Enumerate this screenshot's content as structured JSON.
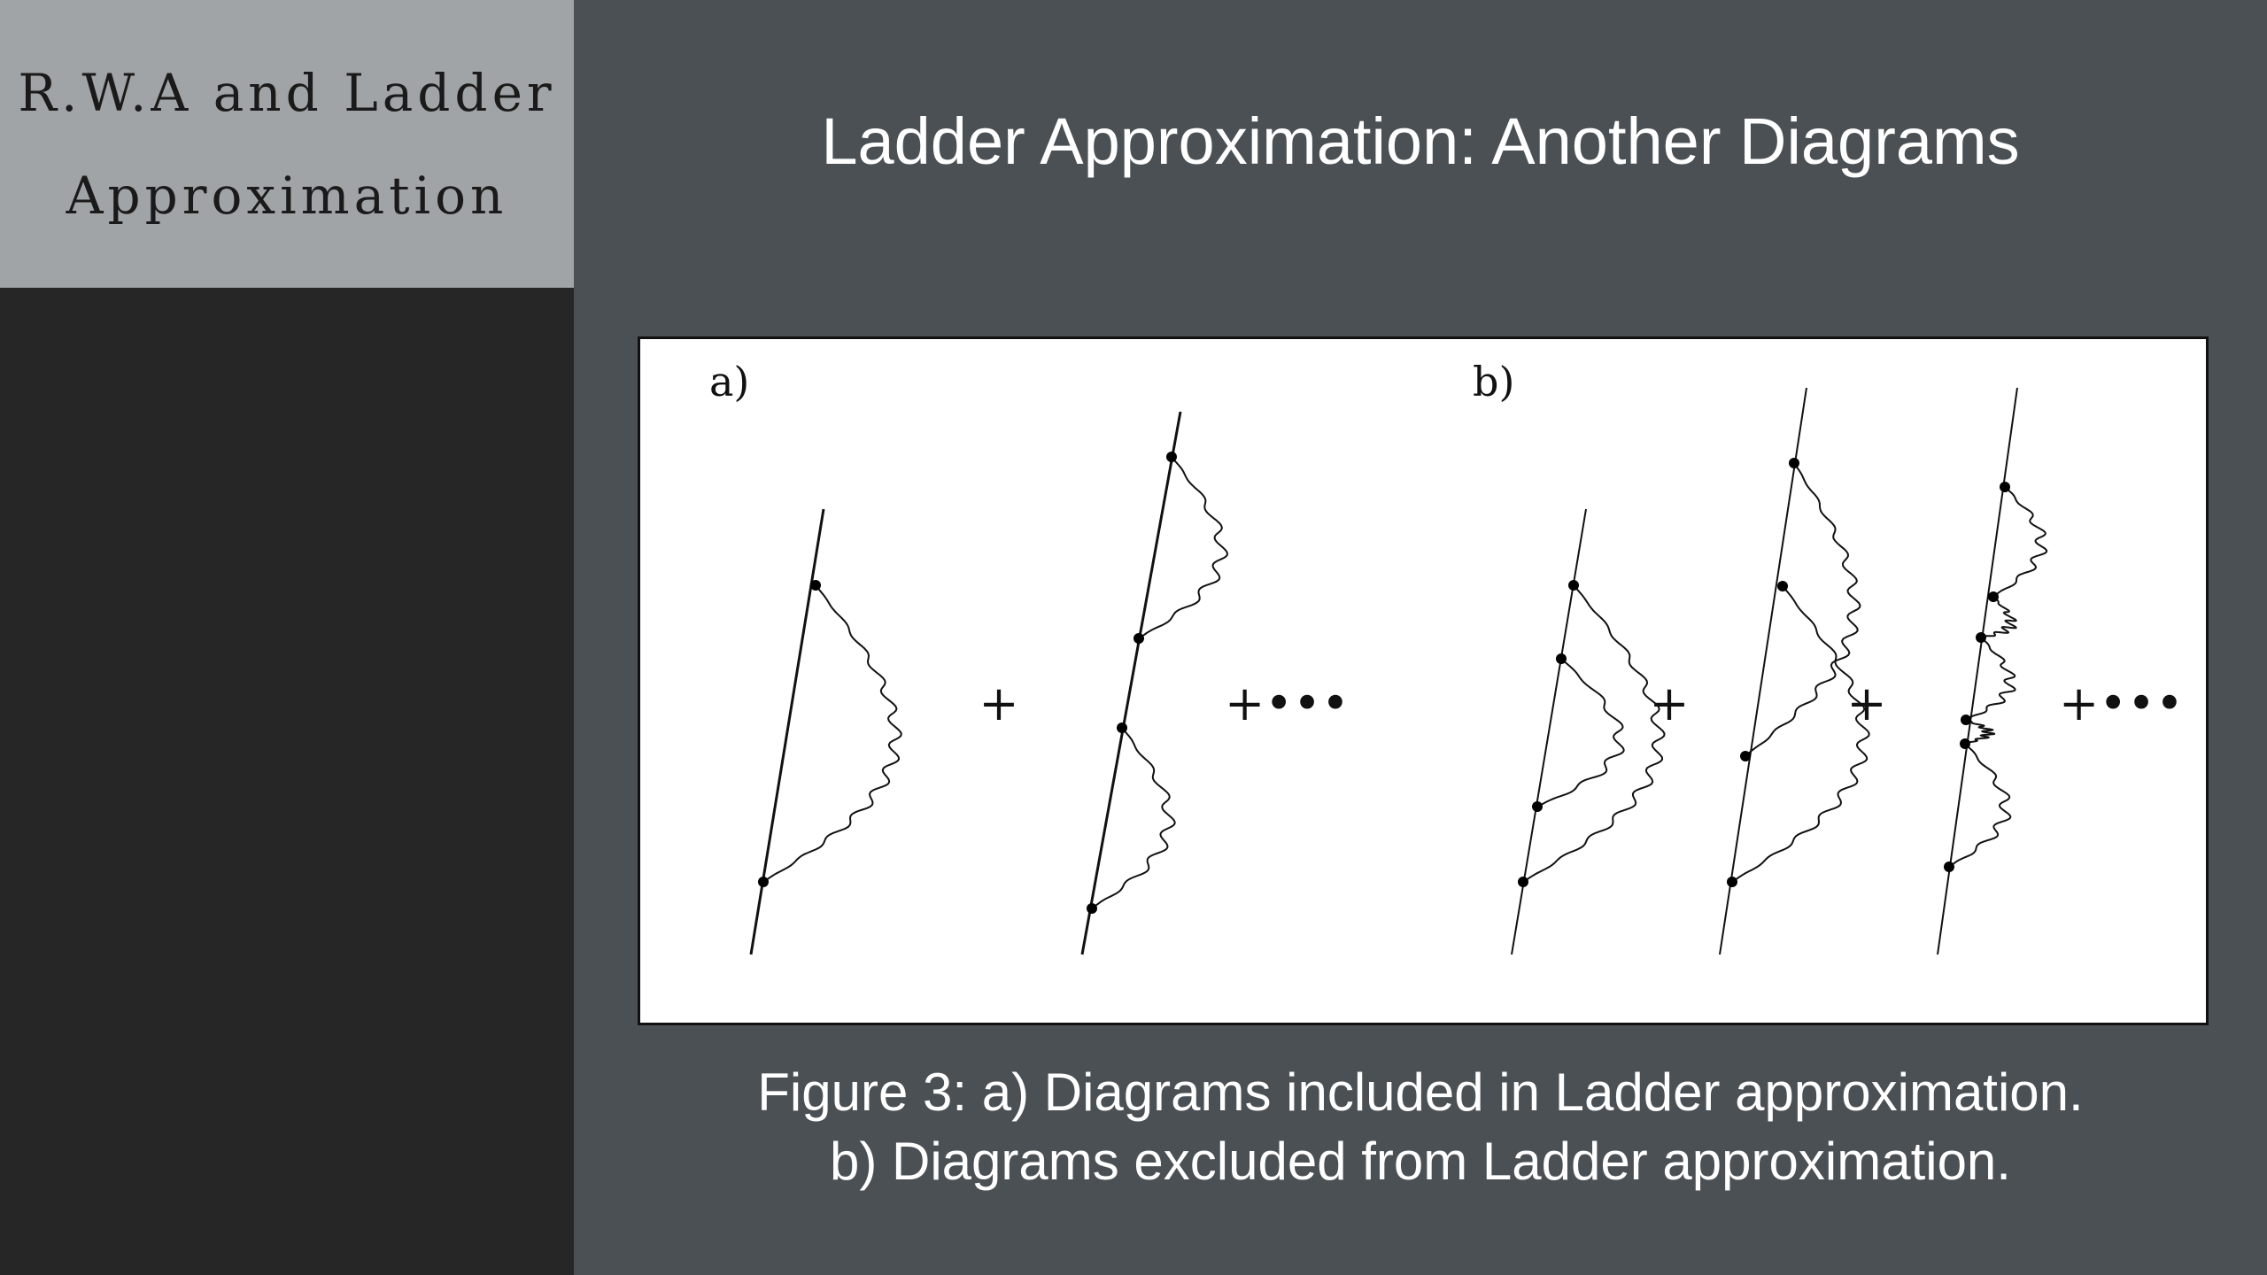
{
  "sidebar": {
    "section_line_1": "R.W.A and Ladder",
    "section_line_2": "Approximation"
  },
  "slide": {
    "title": "Ladder Approximation: Another Diagrams"
  },
  "figure": {
    "label_a": "a)",
    "label_b": "b)",
    "plus_sign": "+",
    "plus_ellipsis": "+•••"
  },
  "caption": {
    "line_1": "Figure 3: a) Diagrams included in Ladder approximation.",
    "line_2": "b) Diagrams excluded from Ladder approximation."
  }
}
